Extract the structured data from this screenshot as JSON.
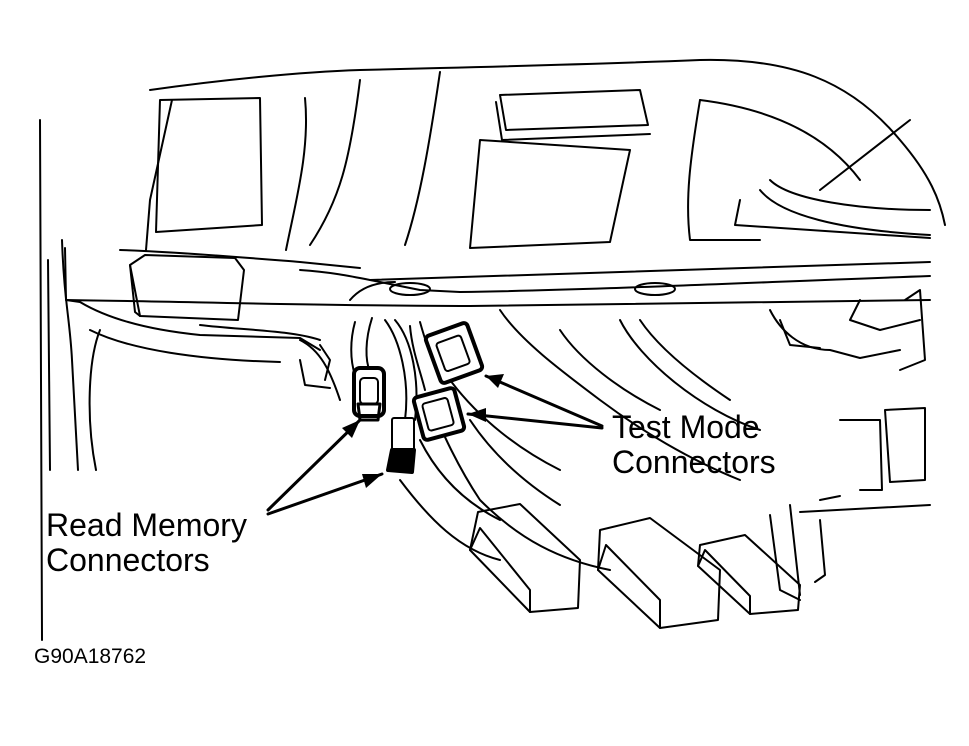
{
  "labels": {
    "read_memory_line1": "Read Memory",
    "read_memory_line2": "Connectors",
    "test_mode_line1": "Test Mode",
    "test_mode_line2": "Connectors",
    "figure_code": "G90A18762"
  },
  "colors": {
    "ink": "#000000",
    "background": "#ffffff"
  }
}
